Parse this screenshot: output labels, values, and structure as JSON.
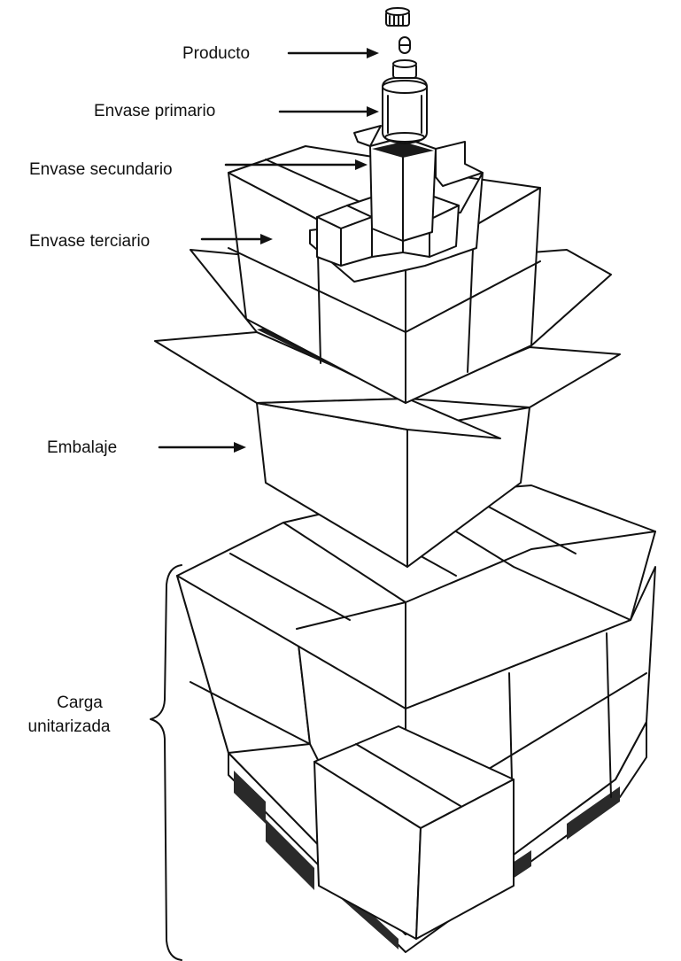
{
  "labels": {
    "producto": "Producto",
    "envase_primario": "Envase primario",
    "envase_secundario": "Envase secundario",
    "envase_terciario": "Envase terciario",
    "embalaje": "Embalaje",
    "carga_line1": "Carga",
    "carga_line2": "unitarizada"
  },
  "colors": {
    "ink": "#111111",
    "tape": "#1a1a1a",
    "background": "#ffffff"
  }
}
